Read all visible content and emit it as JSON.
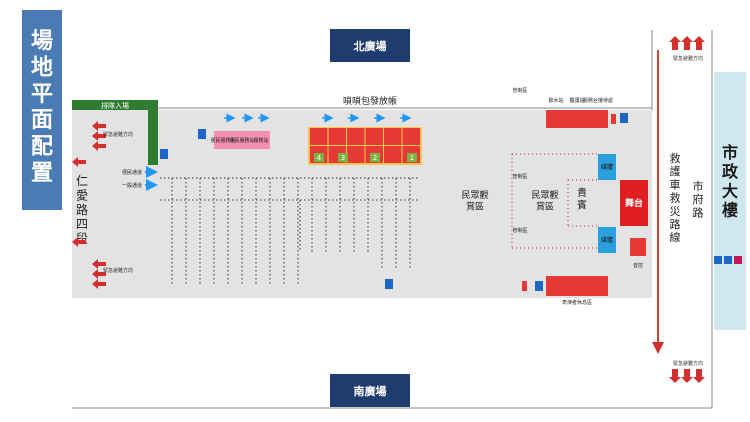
{
  "title": "場地平面配置",
  "plazas": {
    "north": "北廣場",
    "south": "南廣場"
  },
  "city_hall": "市政大樓",
  "city_hall_road": "市府路",
  "left_road": "仁愛路四段",
  "queue_entrance": "排隊入場",
  "emergency_route": "救護車救災路線",
  "emergency_direction": "緊急避難方向",
  "whistle_tent_title": "嗩嗩包發放帳",
  "whistle_tent_numbers": [
    "4",
    "3",
    "2",
    "1"
  ],
  "convenience_tents": [
    "便民服務站",
    "便民服務站",
    "服務站"
  ],
  "convenience_path": "便民通道",
  "general_path": "一般通道",
  "drinking_station": "飲水站",
  "medical_station": "醫護站",
  "service_desk": "服務台接待處",
  "audience_left": "民眾觀賞區",
  "audience_right": "民眾觀賞區",
  "vip": "貴賓",
  "stage": "舞台",
  "media": [
    "媒體",
    "媒體"
  ],
  "control": [
    "管制區",
    "管制區",
    "管制區"
  ],
  "sound": "音控",
  "performer_area": "表演者休息區",
  "colors": {
    "title_bg": "#4a7bb5",
    "plaza_bg": "#1f3c6e",
    "city_hall_bg": "#cfe8f0",
    "ground": "#e3e3e3",
    "queue_green": "#2e7d32",
    "tent_red": "#e53935",
    "media_blue": "#29a0dc",
    "stage_red": "#e02020"
  }
}
